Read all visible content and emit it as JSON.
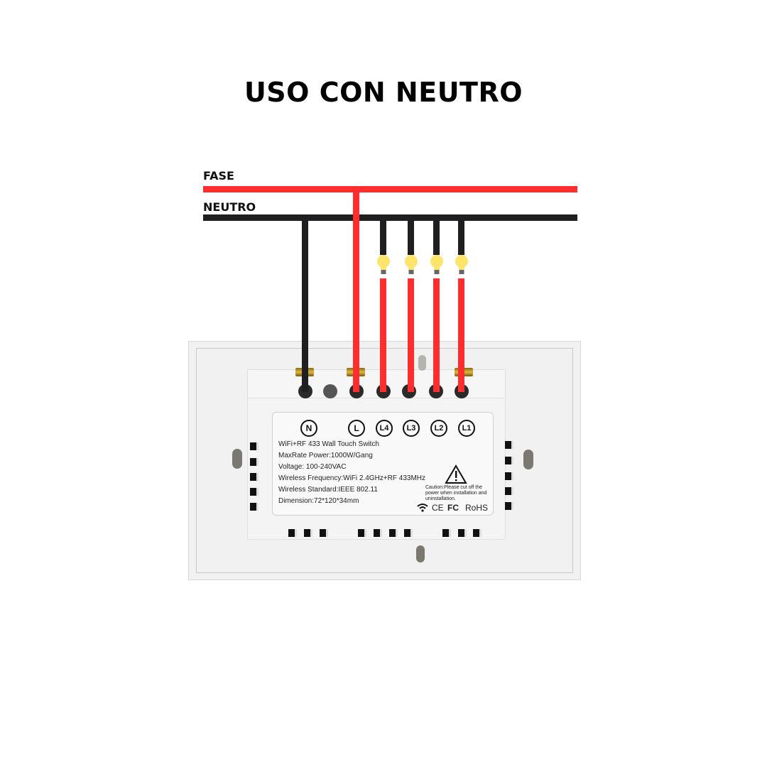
{
  "title": "USO CON NEUTRO",
  "wires": {
    "phase_label": "FASE",
    "neutral_label": "NEUTRO",
    "colors": {
      "phase": "#ff2d2d",
      "neutral": "#1f1f22",
      "bulb": "#fde56b"
    }
  },
  "device": {
    "terminals": [
      "N",
      "L",
      "L4",
      "L3",
      "L2",
      "L1"
    ],
    "spec_lines": [
      "WiFi+RF 433 Wall Touch Switch",
      "MaxRate Power:1000W/Gang",
      "Voltage: 100-240VAC",
      "Wireless Frequency:WiFi 2.4GHz+RF 433MHz",
      "Wireless Standard:IEEE 802.11",
      "Dimension:72*120*34mm"
    ],
    "caution": "Caution:Please cut off the power when installation and uninstallation.",
    "certifications": [
      "CE",
      "FC",
      "RoHS"
    ]
  }
}
